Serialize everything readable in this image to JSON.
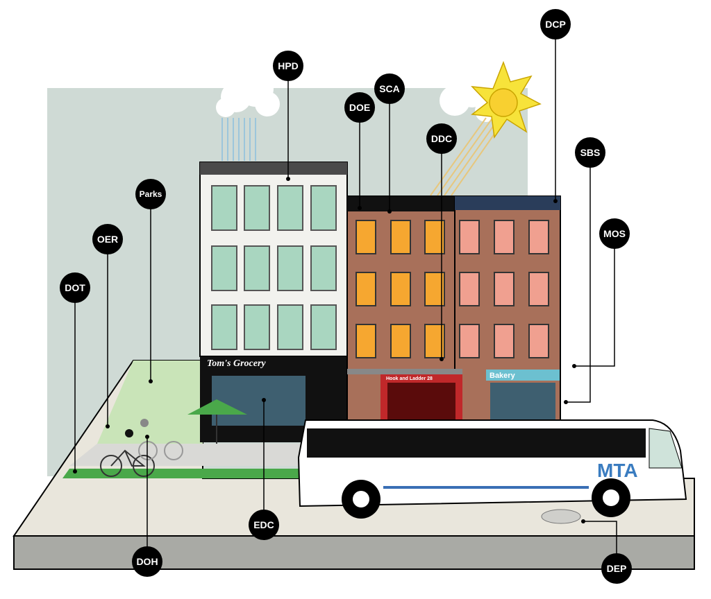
{
  "labels": {
    "dcp": "DCP",
    "hpd": "HPD",
    "sca": "SCA",
    "doe": "DOE",
    "ddc": "DDC",
    "sbs": "SBS",
    "parks": "Parks",
    "mos": "MOS",
    "oer": "OER",
    "dot": "DOT",
    "edc": "EDC",
    "doh": "DOH",
    "dep": "DEP"
  },
  "signs": {
    "grocery": "Tom's Grocery",
    "firehouse": "Hook and Ladder 28",
    "bakery": "Bakery",
    "bus": "MTA"
  },
  "colors": {
    "sky": "#cfdad5",
    "park": "#c9e4b8",
    "bike_lane": "#4aa84a",
    "brick": "#a8705a",
    "window_lit": "#f6a730",
    "bus_stripe": "#3a6fb5",
    "mta": "#3a7cc0",
    "marker": "#000000"
  }
}
